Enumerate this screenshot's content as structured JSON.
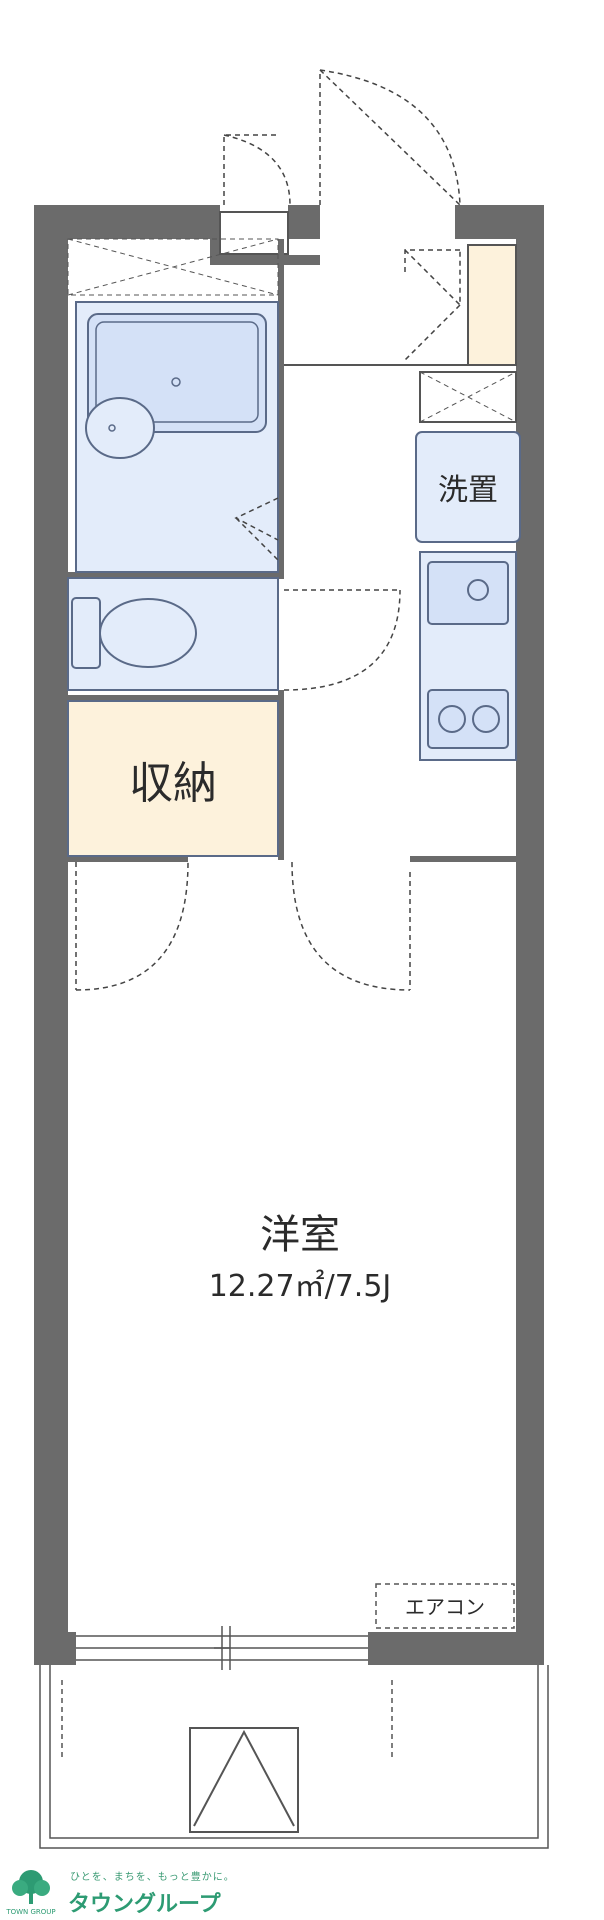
{
  "rooms": {
    "western_room": {
      "name": "洋室",
      "area": "12.27㎡/7.5J"
    },
    "storage": {
      "name": "収納"
    },
    "laundry": {
      "name": "洗置"
    },
    "aircon": {
      "name": "エアコン"
    }
  },
  "brand": {
    "tagline": "ひとを、まちを、もっと豊かに。",
    "name": "タウングループ",
    "sub": "TOWN GROUP"
  },
  "colors": {
    "wall": "#6b6b6b",
    "bath_fill": "#e3ecfa",
    "bath_stroke": "#5a6a88",
    "storage_fill": "#fdf2dc",
    "brand": "#2d9b73"
  }
}
